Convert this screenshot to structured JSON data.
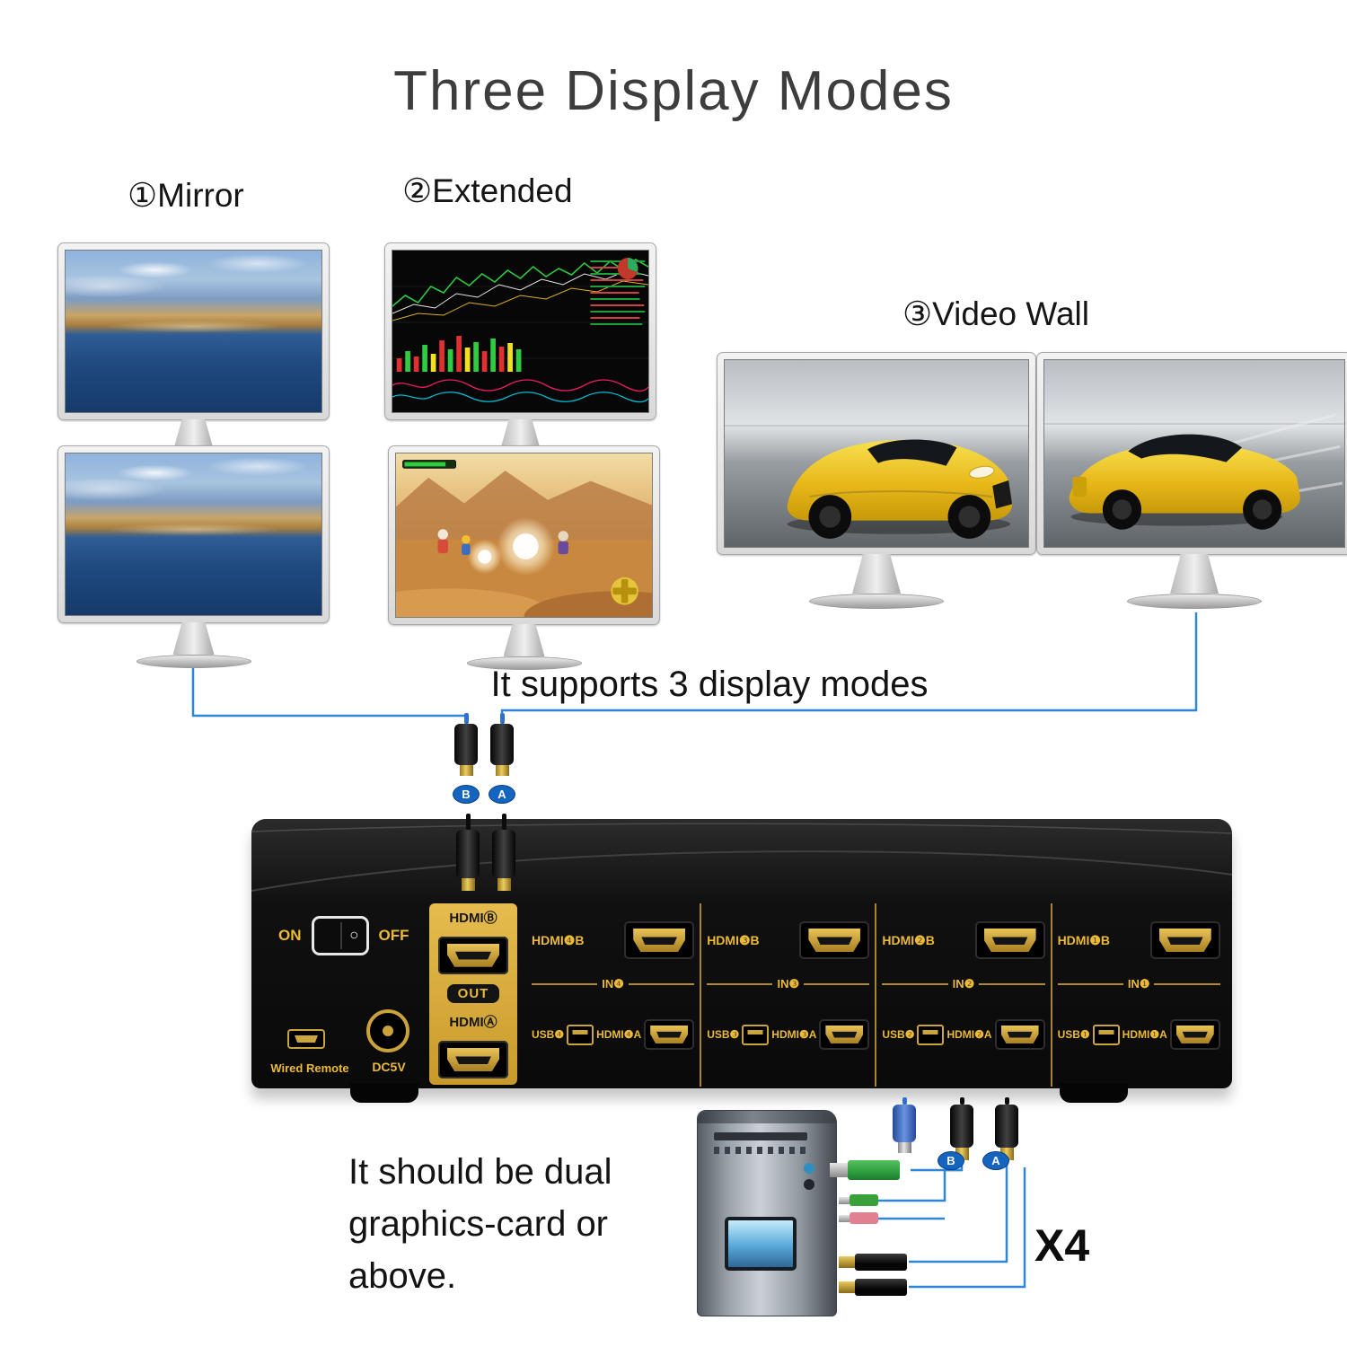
{
  "title": "Three Display Modes",
  "modes": {
    "mirror": "①Mirror",
    "extended": "②Extended",
    "video_wall": "③Video Wall"
  },
  "caption": "It supports 3 display modes",
  "note_lines": [
    "It should be dual",
    "graphics-card or",
    "above."
  ],
  "x4": "X4",
  "connectors": {
    "b": "B",
    "a": "A"
  },
  "device": {
    "power": {
      "on": "ON",
      "off": "OFF"
    },
    "out": {
      "hdmi_b": "HDMIⒷ",
      "badge": "OUT",
      "hdmi_a": "HDMIⒶ"
    },
    "wired_remote": "Wired Remote",
    "dc5v": "DC5V",
    "inputs": [
      {
        "hdmi_b": "HDMI❹B",
        "in_label": "IN❹",
        "usb": "USB❹",
        "hdmi_a": "HDMI❹A"
      },
      {
        "hdmi_b": "HDMI❸B",
        "in_label": "IN❸",
        "usb": "USB❸",
        "hdmi_a": "HDMI❸A"
      },
      {
        "hdmi_b": "HDMI❷B",
        "in_label": "IN❷",
        "usb": "USB❷",
        "hdmi_a": "HDMI❷A"
      },
      {
        "hdmi_b": "HDMI❶B",
        "in_label": "IN❶",
        "usb": "USB❶",
        "hdmi_a": "HDMI❶A"
      }
    ]
  }
}
